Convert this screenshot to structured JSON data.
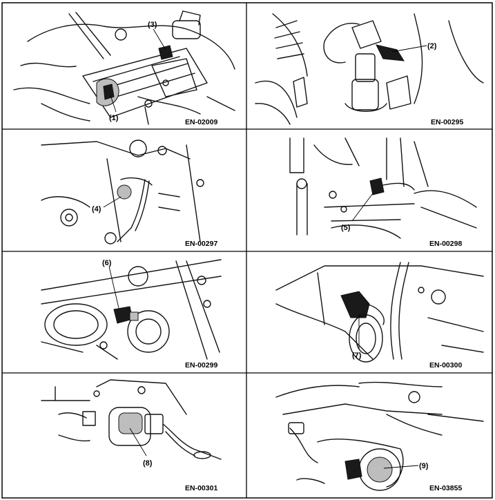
{
  "panels": [
    {
      "code": "EN-02009",
      "callouts": [
        "(1)",
        "(3)"
      ]
    },
    {
      "code": "EN-00295",
      "callouts": [
        "(2)"
      ]
    },
    {
      "code": "EN-00297",
      "callouts": [
        "(4)"
      ]
    },
    {
      "code": "EN-00298",
      "callouts": [
        "(5)"
      ]
    },
    {
      "code": "EN-00299",
      "callouts": [
        "(6)"
      ]
    },
    {
      "code": "EN-00300",
      "callouts": [
        "(7)"
      ]
    },
    {
      "code": "EN-00301",
      "callouts": [
        "(8)"
      ]
    },
    {
      "code": "EN-03855",
      "callouts": [
        "(9)"
      ]
    }
  ]
}
